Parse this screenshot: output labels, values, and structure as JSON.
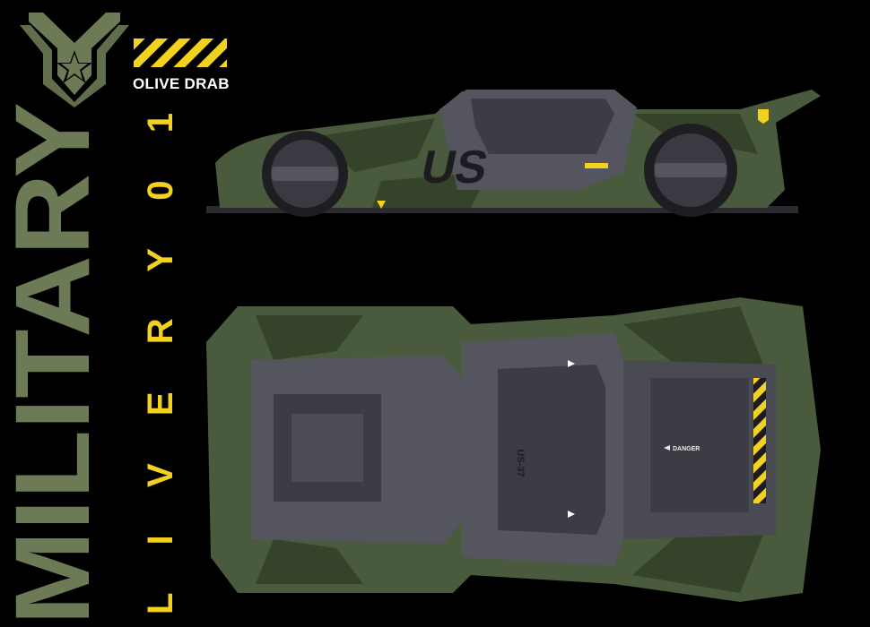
{
  "title_main": "MILITARY",
  "title_sub": "LIVERY01",
  "variant_label": "OLIVE DRAB",
  "decals": {
    "side_number": "US",
    "roof_code": "US-37",
    "warning_label": "DANGER"
  },
  "colors": {
    "background": "#000000",
    "title_main": "#6c7a55",
    "title_sub": "#f2d21f",
    "hazard_yellow": "#f2d21f",
    "olive_body": "#4a5a3c",
    "camo_dark": "#36432b",
    "panel_grey": "#55555f",
    "tire": "#1e1e22"
  },
  "icons": {
    "emblem": "star-chevron-emblem-icon",
    "hazard": "hazard-stripe-icon"
  }
}
